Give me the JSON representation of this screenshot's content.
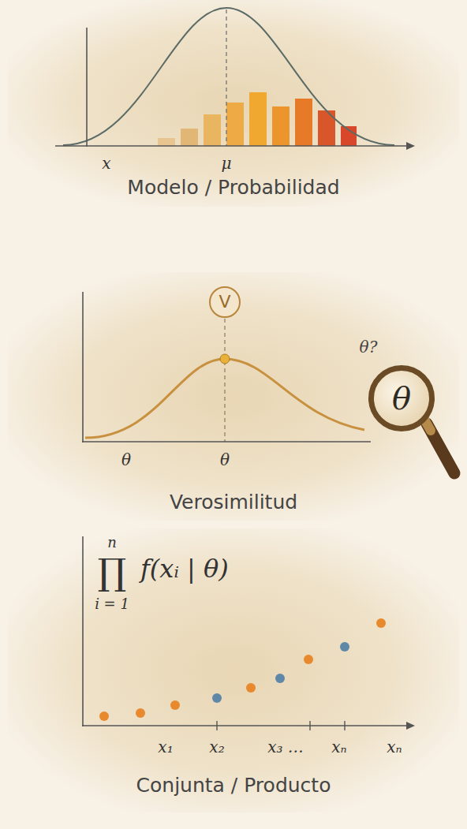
{
  "diagram": {
    "nodes": [
      {
        "text": [
          "V"
        ]
      },
      {
        "text": [
          "θ"
        ]
      }
    ],
    "labels": [
      "x",
      "μ",
      "Modelo / Probabilidad",
      "θ",
      "θ",
      "θ?",
      "Verosimilitud",
      "n",
      "∏",
      "i = 1",
      "f(xᵢ | θ)",
      "x₁",
      "x₂",
      "x₃ …",
      "xₙ",
      "xₙ",
      "Conjunta / Producto"
    ]
  }
}
